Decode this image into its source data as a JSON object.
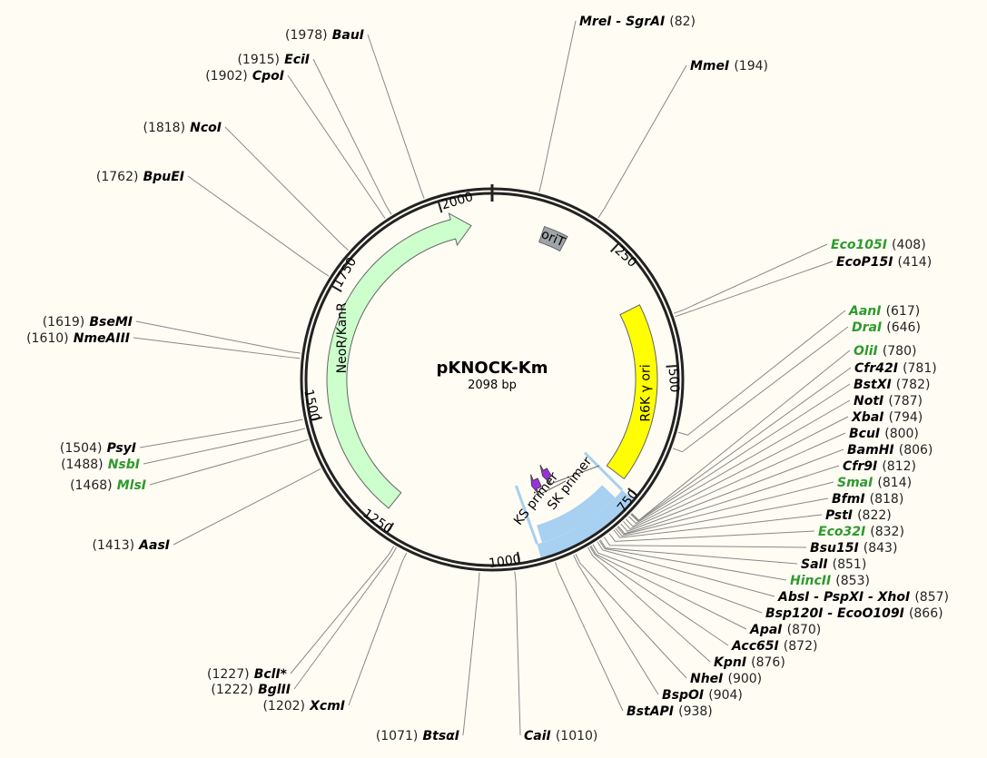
{
  "plasmid": {
    "name": "pKNOCK-Km",
    "length_label": "2098 bp",
    "length": 2098
  },
  "colors": {
    "background": "#fffcf4",
    "enzyme_default": "#000000",
    "enzyme_highlight": "#2e9a2e",
    "neo": "#ccffcc",
    "orit": "#a0a4a8",
    "r6k": "#ffff00",
    "mcs": "#a8d0f0",
    "primer": "#9b30e0"
  },
  "ticks": [
    {
      "pos": 250,
      "label": "250"
    },
    {
      "pos": 500,
      "label": "500"
    },
    {
      "pos": 750,
      "label": "750"
    },
    {
      "pos": 1000,
      "label": "1000"
    },
    {
      "pos": 1250,
      "label": "1250"
    },
    {
      "pos": 1500,
      "label": "1500"
    },
    {
      "pos": 1750,
      "label": "1750"
    },
    {
      "pos": 2000,
      "label": "2000"
    }
  ],
  "features": [
    {
      "name": "NeoR/KanR",
      "start": 1275,
      "end": 2053,
      "type": "arrow"
    },
    {
      "name": "oriT",
      "start": 110,
      "end": 162,
      "type": "box"
    },
    {
      "name": "R6K γ ori",
      "start": 368,
      "end": 740,
      "type": "box"
    },
    {
      "name": "KS primer",
      "start": 905,
      "end": 930,
      "type": "primer"
    },
    {
      "name": "SK primer",
      "start": 865,
      "end": 888,
      "type": "primer"
    }
  ],
  "enzymes": [
    {
      "name": "MreI - SgrAI",
      "pos": 82,
      "position_label": "(82)",
      "highlight": false
    },
    {
      "name": "MmeI",
      "pos": 194,
      "position_label": "(194)",
      "highlight": false
    },
    {
      "name": "Eco105I",
      "pos": 408,
      "position_label": "(408)",
      "highlight": true
    },
    {
      "name": "EcoP15I",
      "pos": 414,
      "position_label": "(414)",
      "highlight": false
    },
    {
      "name": "AanI",
      "pos": 617,
      "position_label": "(617)",
      "highlight": true
    },
    {
      "name": "DraI",
      "pos": 646,
      "position_label": "(646)",
      "highlight": true
    },
    {
      "name": "OliI",
      "pos": 780,
      "position_label": "(780)",
      "highlight": true
    },
    {
      "name": "Cfr42I",
      "pos": 781,
      "position_label": "(781)",
      "highlight": false
    },
    {
      "name": "BstXI",
      "pos": 782,
      "position_label": "(782)",
      "highlight": false
    },
    {
      "name": "NotI",
      "pos": 787,
      "position_label": "(787)",
      "highlight": false
    },
    {
      "name": "XbaI",
      "pos": 794,
      "position_label": "(794)",
      "highlight": false
    },
    {
      "name": "BcuI",
      "pos": 800,
      "position_label": "(800)",
      "highlight": false
    },
    {
      "name": "BamHI",
      "pos": 806,
      "position_label": "(806)",
      "highlight": false
    },
    {
      "name": "Cfr9I",
      "pos": 812,
      "position_label": "(812)",
      "highlight": false
    },
    {
      "name": "SmaI",
      "pos": 814,
      "position_label": "(814)",
      "highlight": true
    },
    {
      "name": "BfmI",
      "pos": 818,
      "position_label": "(818)",
      "highlight": false
    },
    {
      "name": "PstI",
      "pos": 822,
      "position_label": "(822)",
      "highlight": false
    },
    {
      "name": "Eco32I",
      "pos": 832,
      "position_label": "(832)",
      "highlight": true
    },
    {
      "name": "Bsu15I",
      "pos": 843,
      "position_label": "(843)",
      "highlight": false
    },
    {
      "name": "SalI",
      "pos": 851,
      "position_label": "(851)",
      "highlight": false
    },
    {
      "name": "HincII",
      "pos": 853,
      "position_label": "(853)",
      "highlight": true
    },
    {
      "name": "AbsI - PspXI - XhoI",
      "pos": 857,
      "position_label": "(857)",
      "highlight": false
    },
    {
      "name": "Bsp120I - EcoO109I",
      "pos": 866,
      "position_label": "(866)",
      "highlight": false
    },
    {
      "name": "ApaI",
      "pos": 870,
      "position_label": "(870)",
      "highlight": false
    },
    {
      "name": "Acc65I",
      "pos": 872,
      "position_label": "(872)",
      "highlight": false
    },
    {
      "name": "KpnI",
      "pos": 876,
      "position_label": "(876)",
      "highlight": false
    },
    {
      "name": "NheI",
      "pos": 900,
      "position_label": "(900)",
      "highlight": false
    },
    {
      "name": "BspOI",
      "pos": 904,
      "position_label": "(904)",
      "highlight": false
    },
    {
      "name": "BstAPI",
      "pos": 938,
      "position_label": "(938)",
      "highlight": false
    },
    {
      "name": "CaiI",
      "pos": 1010,
      "position_label": "(1010)",
      "highlight": false
    },
    {
      "name": "BtsαI",
      "pos": 1071,
      "position_label": "(1071)",
      "highlight": false
    },
    {
      "name": "XcmI",
      "pos": 1202,
      "position_label": "(1202)",
      "highlight": false
    },
    {
      "name": "BglII",
      "pos": 1222,
      "position_label": "(1222)",
      "highlight": false
    },
    {
      "name": "BclI*",
      "pos": 1227,
      "position_label": "(1227)",
      "highlight": false
    },
    {
      "name": "AasI",
      "pos": 1413,
      "position_label": "(1413)",
      "highlight": false
    },
    {
      "name": "MlsI",
      "pos": 1468,
      "position_label": "(1468)",
      "highlight": true
    },
    {
      "name": "NsbI",
      "pos": 1488,
      "position_label": "(1488)",
      "highlight": true
    },
    {
      "name": "PsyI",
      "pos": 1504,
      "position_label": "(1504)",
      "highlight": false
    },
    {
      "name": "NmeAIII",
      "pos": 1610,
      "position_label": "(1610)",
      "highlight": false
    },
    {
      "name": "BseMI",
      "pos": 1619,
      "position_label": "(1619)",
      "highlight": false
    },
    {
      "name": "BpuEI",
      "pos": 1762,
      "position_label": "(1762)",
      "highlight": false
    },
    {
      "name": "NcoI",
      "pos": 1818,
      "position_label": "(1818)",
      "highlight": false
    },
    {
      "name": "CpoI",
      "pos": 1902,
      "position_label": "(1902)",
      "highlight": false
    },
    {
      "name": "EciI",
      "pos": 1915,
      "position_label": "(1915)",
      "highlight": false
    },
    {
      "name": "BauI",
      "pos": 1978,
      "position_label": "(1978)",
      "highlight": false
    }
  ]
}
